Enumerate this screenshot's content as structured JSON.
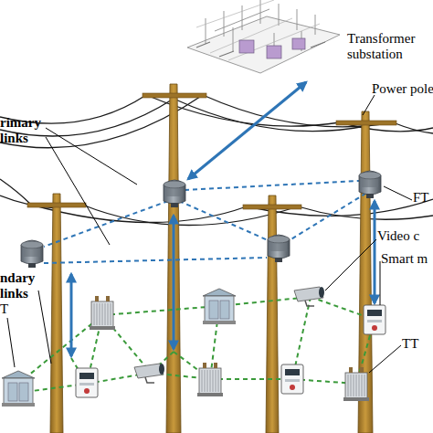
{
  "diagram": {
    "labels": [
      "Transformer substation",
      "Power pole",
      "rimary links",
      "FT",
      "Video c",
      "Smart m",
      "TT",
      "ndary links",
      "T"
    ]
  }
}
